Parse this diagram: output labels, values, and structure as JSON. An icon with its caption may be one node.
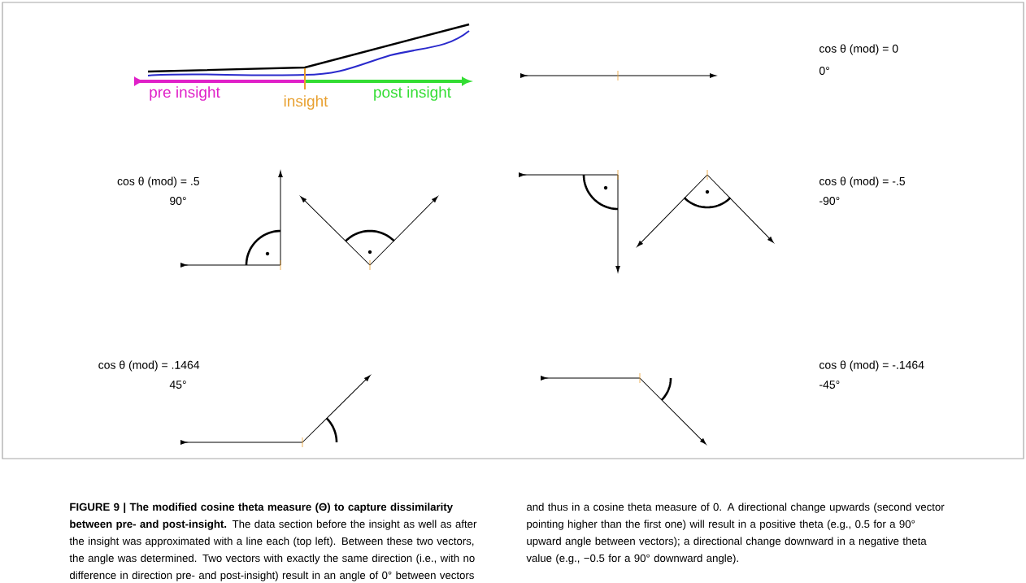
{
  "diagram": {
    "caption": "**FIGURE 9 | The modified cosine theta measure (Θ) to capture dissimilarity between pre- and post-insight.** The data section before the insight as well as after the insight was approximated with a line each (top left). Between these two vectors, the angle was determined. Two vectors with exactly the same direction (i.e., with no difference in direction pre- and post-insight) result in an angle of 0° between vectors and thus in a cosine theta measure of 0. A directional change upwards (second vector pointing higher than the first one) will result in a positive theta (e.g., 0.5 for a 90° upward angle between vectors); a directional change downward in a negative theta value (e.g., −0.5 for a 90° downward angle).",
    "labels": [
      "pre insight",
      "insight",
      "post insight",
      "cos θ (mod) = 0",
      "0°",
      "cos θ (mod) = .5",
      "90°",
      "cos θ (mod) = -.5",
      "-90°",
      "cos θ (mod) = .1464",
      "45°",
      "cos θ (mod) = -.1464",
      "-45°"
    ]
  }
}
